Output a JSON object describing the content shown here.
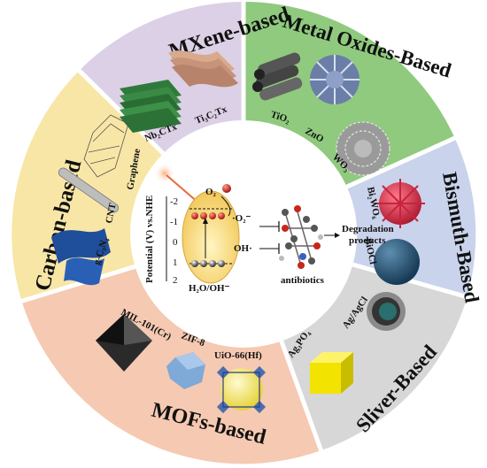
{
  "segments": {
    "mxene": {
      "title": "MXene-based",
      "items": [
        "Nb₂CTx",
        "Ti₃C₂Tx"
      ],
      "color": "#d9cde3"
    },
    "metal_oxides": {
      "title": "Metal Oxides-Based",
      "items": [
        "TiO₂",
        "ZnO",
        "WO₃"
      ],
      "color": "#8fca7e"
    },
    "bismuth": {
      "title": "Bismuth-Based",
      "items": [
        "Bi₂WO₆",
        "BiOCl"
      ],
      "color": "#c9d3ec"
    },
    "silver": {
      "title": "Sliver-Based",
      "items": [
        "Ag₃PO₄",
        "Ag/AgCl"
      ],
      "color": "#d7d7d7"
    },
    "mofs": {
      "title": "MOFs-based",
      "items": [
        "MIL-101(Cr)",
        "ZIF-8",
        "UiO-66(Hf)"
      ],
      "color": "#f6c6ad"
    },
    "carbon": {
      "title": "Carbon-based",
      "items": [
        "Graphene",
        "CNT",
        "g-C₃N₄"
      ],
      "color": "#f8e6a6"
    }
  },
  "center": {
    "axis_label": "Potential (V) vs.NHE",
    "ticks": [
      "-2",
      "-1",
      "0",
      "1",
      "2"
    ],
    "o2_top": "O₂",
    "o2_radical": "·O₂⁻",
    "oh_radical": "OH·",
    "water": "H₂O/OH⁻",
    "antibiotics": "antibiotics",
    "products": "Degradation products"
  }
}
